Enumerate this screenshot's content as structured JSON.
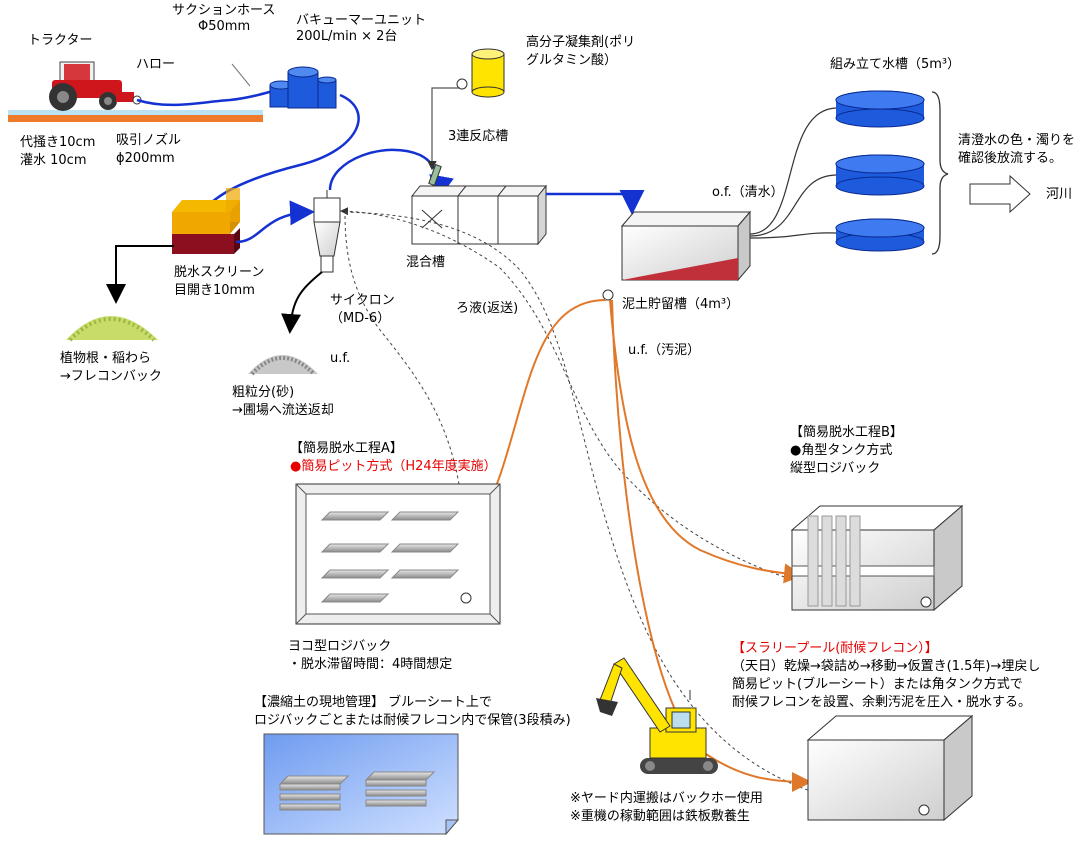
{
  "labels": {
    "tractor": "トラクター",
    "suction_hose_1": "サクションホース",
    "suction_hose_2": "Φ50mm",
    "vacuum_unit_1": "バキューマーユニット",
    "vacuum_unit_2": "200L/min × 2台",
    "harrow": "ハロー",
    "shiro_kaki": "代掻き10cm",
    "kansui": "灌水  10cm",
    "nozzle_1": "吸引ノズル",
    "nozzle_2": "ϕ200mm",
    "flocculant_1": "高分子凝集剤(ポリ",
    "flocculant_2": "グルタミン酸）",
    "reactor": "3連反応槽",
    "assembly_tank": "組み立て水槽（5m³）",
    "clear_water_1": "清澄水の色・濁りを",
    "clear_water_2": "確認後放流する。",
    "river": "河川",
    "of": "o.f.（清水）",
    "screen_1": "脱水スクリーン",
    "screen_2": "目開き10mm",
    "mixing": "混合槽",
    "cyclone_1": "サイクロン",
    "cyclone_2": "（MD-6）",
    "filtrate": "ろ液(返送)",
    "mud_tank": "泥土貯留槽（4m³）",
    "plant_1": "植物根・稲わら",
    "plant_2": "→フレコンバック",
    "uf": "u.f.",
    "uf_mud": "u.f.（汚泥）",
    "coarse_1": "粗粒分(砂)",
    "coarse_2": "→圃場へ流送返却",
    "procA_1": "【簡易脱水工程A】",
    "procA_2": "●簡易ピット方式（H24年度実施）",
    "procA_3": "ヨコ型ロジバック",
    "procA_4": "・脱水滞留時間：4時間想定",
    "procB_1": "【簡易脱水工程B】",
    "procB_2": "●角型タンク方式",
    "procB_3": "縦型ロジバック",
    "slurry_1": "【スラリープール(耐候フレコン）】",
    "slurry_2": "（天日）乾燥→袋詰め→移動→仮置き(1.5年)→埋戻し",
    "slurry_3": "簡易ピット(ブルーシート）または角タンク方式で",
    "slurry_4": "耐候フレコンを設置、余剰汚泥を圧入・脱水する。",
    "concentrate_1": "【濃縮土の現地管理】 ブルーシート上で",
    "concentrate_2": "ロジバックごとまたは耐候フレコン内で保管(3段積み)",
    "yard_1": "※ヤード内運搬はバックホー使用",
    "yard_2": "※重機の稼動範囲は鉄板敷養生"
  },
  "colors": {
    "blue_line": "#1432d2",
    "orange_line": "#e0782a",
    "tank_blue": "#1e5adc",
    "tank_yellow": "#ffe400",
    "soil_orange": "#ef7a2a",
    "red_text": "#e60000"
  }
}
